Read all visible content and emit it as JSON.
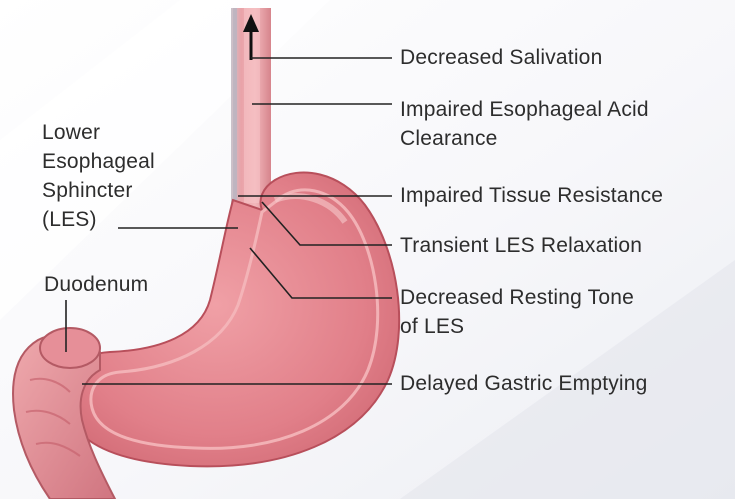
{
  "labels": {
    "les": [
      "Lower",
      "Esophageal",
      "Sphincter",
      "(LES)"
    ],
    "duodenum": "Duodenum",
    "decreased_salivation": "Decreased Salivation",
    "impaired_acid_clearance": [
      "Impaired Esophageal Acid",
      "Clearance"
    ],
    "impaired_tissue_resistance": "Impaired Tissue Resistance",
    "transient_les_relaxation": "Transient LES Relaxation",
    "decreased_resting_tone": [
      "Decreased Resting Tone",
      "of LES"
    ],
    "delayed_gastric_emptying": "Delayed Gastric Emptying"
  },
  "colors": {
    "stomach_outer": "#d9707a",
    "stomach_inner": "#e98d96",
    "stomach_highlight": "#f3b4b8",
    "esophagus": "#e8a0a6",
    "leader_line": "#222222",
    "text": "#2d2d2d",
    "background": "#ffffff"
  }
}
